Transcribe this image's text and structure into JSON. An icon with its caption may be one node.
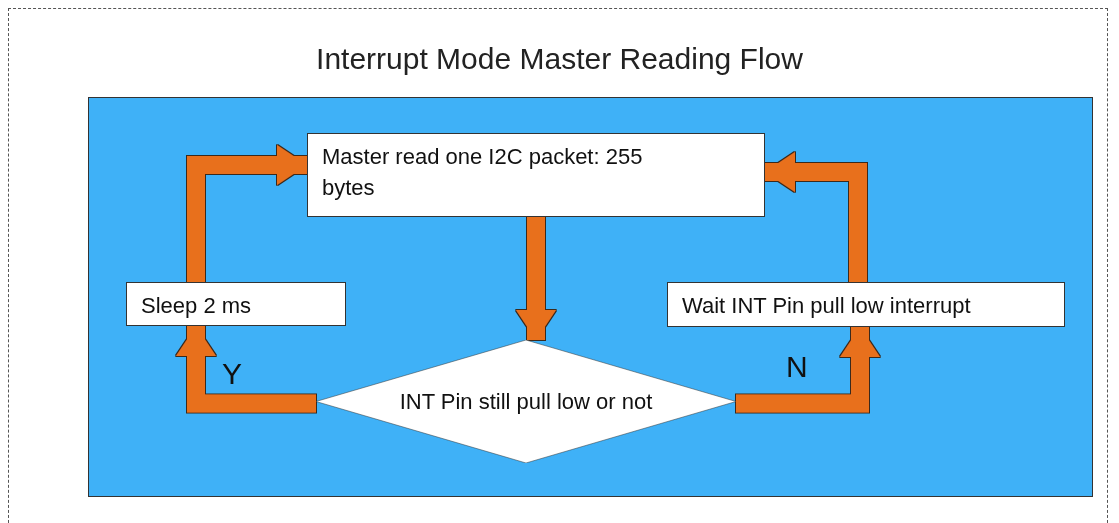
{
  "diagram": {
    "title": "Interrupt Mode Master Reading Flow",
    "nodes": [
      {
        "text": [
          "Master read one I2C packet: 255 bytes"
        ]
      },
      {
        "text": [
          "Sleep 2 ms"
        ]
      },
      {
        "text": [
          "Wait INT Pin pull low interrupt"
        ]
      },
      {
        "text": [
          "INT Pin still pull low or not"
        ]
      }
    ],
    "edges": [
      {
        "from": 0,
        "to": 3,
        "arrow": "to"
      },
      {
        "from": 3,
        "to": 1,
        "arrow": "to",
        "label": "Y"
      },
      {
        "from": 1,
        "to": 0,
        "arrow": "to"
      },
      {
        "from": 3,
        "to": 2,
        "arrow": "to",
        "label": "N"
      },
      {
        "from": 2,
        "to": 0,
        "arrow": "to"
      }
    ]
  }
}
